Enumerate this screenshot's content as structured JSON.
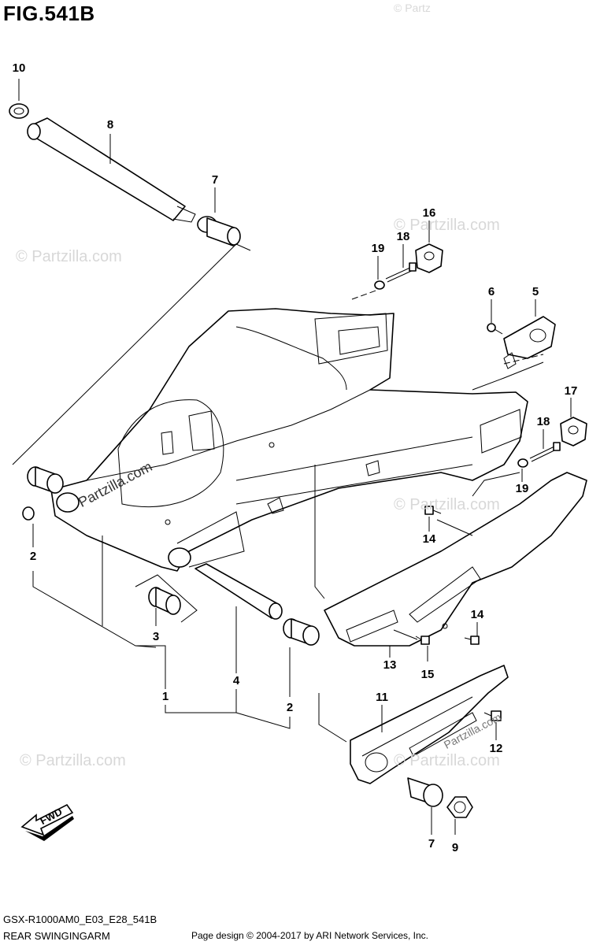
{
  "figure": {
    "title": "FIG.541B"
  },
  "footer": {
    "model_code": "GSX-R1000AM0_E03_E28_541B",
    "section_name": "REAR SWINGINGARM",
    "credit": "Page design © 2004-2017 by ARI Network Services, Inc."
  },
  "watermark": {
    "text": "© Partzilla.com",
    "brand_text": "Partzilla.com",
    "top_text": "© Partz"
  },
  "fwd_arrow": {
    "label": "FWD"
  },
  "callouts": {
    "p10": "10",
    "p8": "8",
    "p7a": "7",
    "p16": "16",
    "p18a": "18",
    "p19a": "19",
    "p6": "6",
    "p5": "5",
    "p17": "17",
    "p18b": "18",
    "p19b": "19",
    "p14a": "14",
    "p14b": "14",
    "p13": "13",
    "p15": "15",
    "p11": "11",
    "p12": "12",
    "p7b": "7",
    "p9": "9",
    "p2a": "2",
    "p3": "3",
    "p1": "1",
    "p4": "4",
    "p2b": "2"
  }
}
